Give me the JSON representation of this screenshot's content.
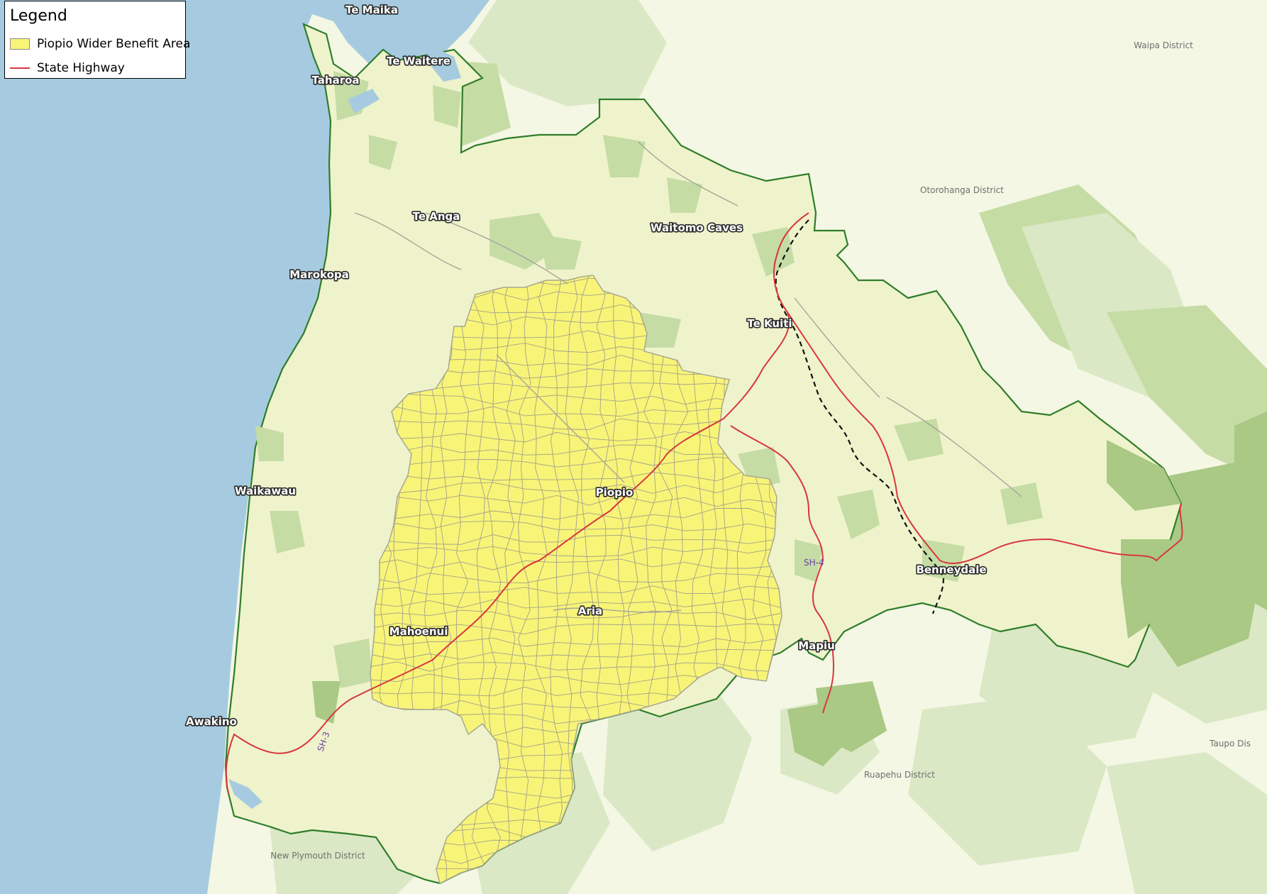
{
  "colors": {
    "sea": "#a6cbe0",
    "land_light": "#f4f7e4",
    "forest_light": "#dbe8c5",
    "forest_mid": "#c6dca5",
    "forest_dark": "#a9c985",
    "district_fill": "#eff3cb",
    "district_border": "#2e7d2a",
    "benefit_area": "#f8f478",
    "parcel_line": "#9a9a8c",
    "state_highway": "#d7373f",
    "railway": "#111111"
  },
  "legend": {
    "title": "Legend",
    "items": [
      {
        "label": "Piopio Wider Benefit Area",
        "symbol": "area",
        "icon": "yellow-area-swatch-icon"
      },
      {
        "label": "State Highway",
        "symbol": "line",
        "icon": "red-line-swatch-icon"
      }
    ]
  },
  "towns": [
    "Te Maika",
    "Te Waitere",
    "Taharoa",
    "Te Anga",
    "Waitomo Caves",
    "Marokopa",
    "Te Kuiti",
    "Waikawau",
    "Piopio",
    "Benneydale",
    "Aria",
    "Mahoenui",
    "Mapiu",
    "Awakino"
  ],
  "districts": [
    "Waipa District",
    "Otorohanga District",
    "Ruapehu District",
    "New Plymouth District",
    "Taupo Dis"
  ],
  "highway_labels": [
    "SH-4",
    "SH-3"
  ]
}
